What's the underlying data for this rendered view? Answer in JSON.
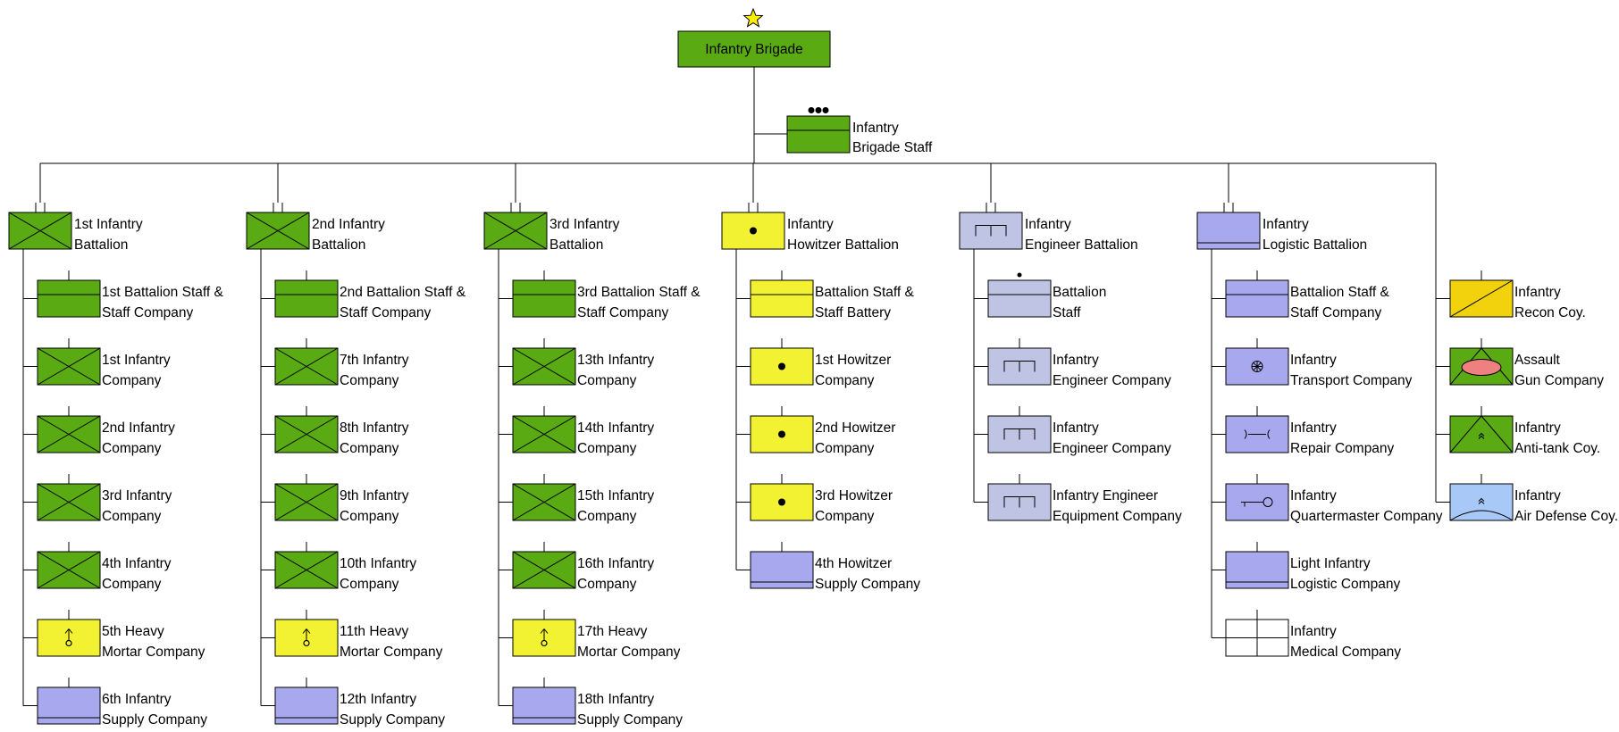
{
  "colors": {
    "infantry": "#5aaa14",
    "fire_support": "#f2f232",
    "engineer": "#c0c4e4",
    "logistics": "#a8a8ee",
    "recon": "#f2d20c",
    "air_defense": "#a8c8f8",
    "medical": "#ffffff",
    "line": "#000000",
    "star": "#ffee00",
    "assault_gun_oval": "#ee8080"
  },
  "hq": {
    "label": "Infantry Brigade",
    "icon": "star-icon"
  },
  "staff": {
    "line1": "Infantry",
    "line2": "Brigade Staff",
    "icon": "infantry-staff-icon"
  },
  "columns": [
    {
      "head": {
        "line1": "1st Infantry",
        "line2": "Battalion",
        "icon": "infantry-icon"
      },
      "units": [
        {
          "line1": "1st Battalion Staff &",
          "line2": "Staff Company",
          "icon": "infantry-staff-icon"
        },
        {
          "line1": "1st Infantry",
          "line2": "Company",
          "icon": "infantry-icon"
        },
        {
          "line1": "2nd Infantry",
          "line2": "Company",
          "icon": "infantry-icon"
        },
        {
          "line1": "3rd Infantry",
          "line2": "Company",
          "icon": "infantry-icon"
        },
        {
          "line1": "4th Infantry",
          "line2": "Company",
          "icon": "infantry-icon"
        },
        {
          "line1": "5th Heavy",
          "line2": "Mortar Company",
          "icon": "mortar-icon"
        },
        {
          "line1": "6th Infantry",
          "line2": "Supply Company",
          "icon": "supply-icon"
        }
      ]
    },
    {
      "head": {
        "line1": "2nd Infantry",
        "line2": "Battalion",
        "icon": "infantry-icon"
      },
      "units": [
        {
          "line1": "2nd Battalion Staff &",
          "line2": "Staff Company",
          "icon": "infantry-staff-icon"
        },
        {
          "line1": "7th Infantry",
          "line2": "Company",
          "icon": "infantry-icon"
        },
        {
          "line1": "8th Infantry",
          "line2": "Company",
          "icon": "infantry-icon"
        },
        {
          "line1": "9th Infantry",
          "line2": "Company",
          "icon": "infantry-icon"
        },
        {
          "line1": "10th Infantry",
          "line2": "Company",
          "icon": "infantry-icon"
        },
        {
          "line1": "11th Heavy",
          "line2": "Mortar Company",
          "icon": "mortar-icon"
        },
        {
          "line1": "12th Infantry",
          "line2": "Supply Company",
          "icon": "supply-icon"
        }
      ]
    },
    {
      "head": {
        "line1": "3rd Infantry",
        "line2": "Battalion",
        "icon": "infantry-icon"
      },
      "units": [
        {
          "line1": "3rd Battalion Staff &",
          "line2": "Staff Company",
          "icon": "infantry-staff-icon"
        },
        {
          "line1": "13th Infantry",
          "line2": "Company",
          "icon": "infantry-icon"
        },
        {
          "line1": "14th Infantry",
          "line2": "Company",
          "icon": "infantry-icon"
        },
        {
          "line1": "15th Infantry",
          "line2": "Company",
          "icon": "infantry-icon"
        },
        {
          "line1": "16th Infantry",
          "line2": "Company",
          "icon": "infantry-icon"
        },
        {
          "line1": "17th Heavy",
          "line2": "Mortar Company",
          "icon": "mortar-icon"
        },
        {
          "line1": "18th Infantry",
          "line2": "Supply Company",
          "icon": "supply-icon"
        }
      ]
    },
    {
      "head": {
        "line1": "Infantry",
        "line2": "Howitzer Battalion",
        "icon": "howitzer-icon"
      },
      "units": [
        {
          "line1": "Battalion Staff &",
          "line2": "Staff Battery",
          "icon": "howitzer-staff-icon"
        },
        {
          "line1": "1st Howitzer",
          "line2": "Company",
          "icon": "howitzer-icon"
        },
        {
          "line1": "2nd Howitzer",
          "line2": "Company",
          "icon": "howitzer-icon"
        },
        {
          "line1": "3rd Howitzer",
          "line2": "Company",
          "icon": "howitzer-icon"
        },
        {
          "line1": "4th Howitzer",
          "line2": "Supply Company",
          "icon": "supply-icon"
        }
      ]
    },
    {
      "head": {
        "line1": "Infantry",
        "line2": "Engineer Battalion",
        "icon": "engineer-icon"
      },
      "units": [
        {
          "line1": "Battalion",
          "line2": "Staff",
          "icon": "engineer-staff-icon"
        },
        {
          "line1": "Infantry",
          "line2": "Engineer Company",
          "icon": "engineer-icon"
        },
        {
          "line1": "Infantry",
          "line2": "Engineer Company",
          "icon": "engineer-icon"
        },
        {
          "line1": "Infantry Engineer",
          "line2": "Equipment Company",
          "icon": "engineer-icon"
        }
      ]
    },
    {
      "head": {
        "line1": "Infantry",
        "line2": "Logistic Battalion",
        "icon": "supply-icon"
      },
      "units": [
        {
          "line1": "Battalion Staff &",
          "line2": "Staff Company",
          "icon": "logistics-staff-icon"
        },
        {
          "line1": "Infantry",
          "line2": "Transport Company",
          "icon": "transport-icon"
        },
        {
          "line1": "Infantry",
          "line2": "Repair Company",
          "icon": "repair-icon"
        },
        {
          "line1": "Infantry",
          "line2": "Quartermaster Company",
          "icon": "quartermaster-icon"
        },
        {
          "line1": "Light Infantry",
          "line2": "Logistic Company",
          "icon": "supply-icon"
        },
        {
          "line1": "Infantry",
          "line2": "Medical Company",
          "icon": "medical-icon"
        }
      ]
    },
    {
      "head": null,
      "units": [
        {
          "line1": "Infantry",
          "line2": "Recon Coy.",
          "icon": "recon-icon"
        },
        {
          "line1": "Assault",
          "line2": "Gun Company",
          "icon": "assault-gun-icon"
        },
        {
          "line1": "Infantry",
          "line2": "Anti-tank Coy.",
          "icon": "anti-tank-icon"
        },
        {
          "line1": "Infantry",
          "line2": "Air Defense Coy.",
          "icon": "air-defense-icon"
        }
      ]
    }
  ]
}
